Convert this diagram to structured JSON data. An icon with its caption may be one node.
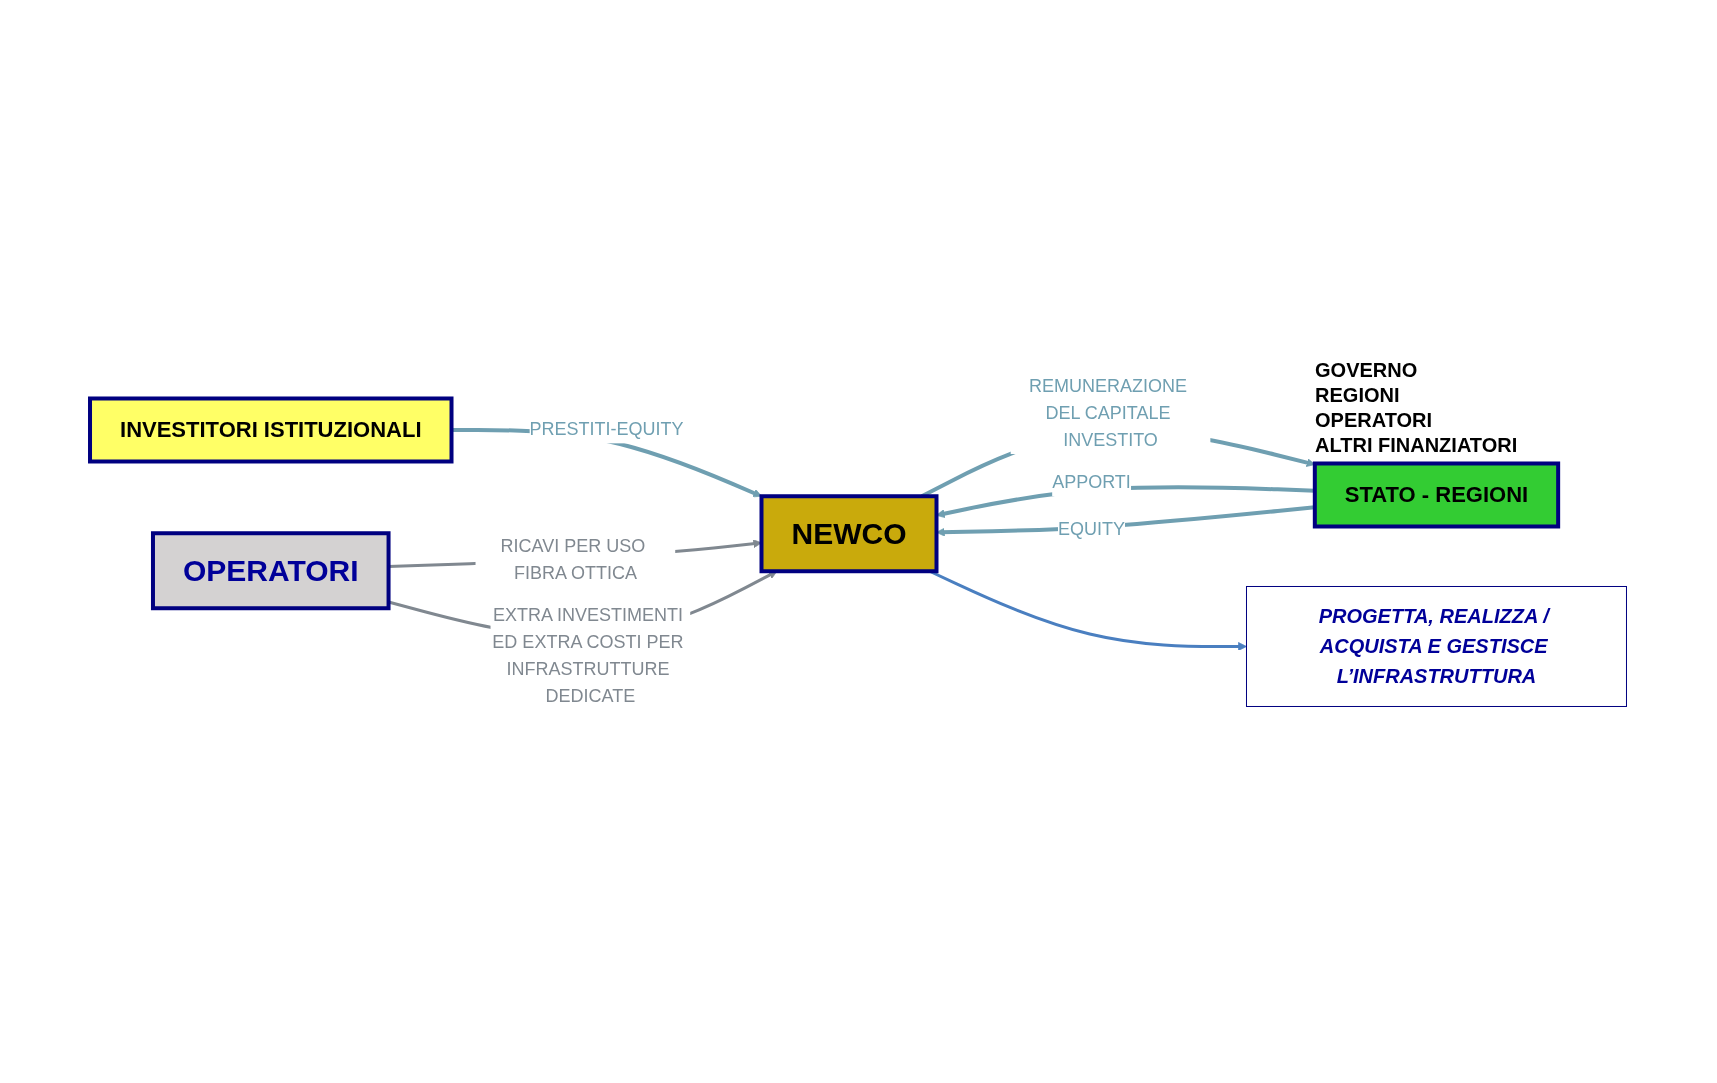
{
  "diagram": {
    "nodes": [
      {
        "text": [
          "INVESTITORI ISTITUZIONALI"
        ]
      },
      {
        "text": [
          "STATO - REGIONI"
        ],
        "beside": [
          "GOVERNO",
          "REGIONI",
          "OPERATORI",
          "ALTRI FINANZIATORI"
        ]
      },
      {
        "text": [
          "OPERATORI"
        ]
      },
      {
        "text": [
          "NEWCO"
        ]
      },
      {
        "text": [
          "PROGETTA, REALIZZA / ACQUISTA E GESTISCE L’INFRASTRUTTURA"
        ]
      }
    ],
    "edges": [
      {
        "from": 3,
        "to": 1,
        "arrow": "to",
        "label": "REMUNERAZIONE DEL CAPITALE INVESTITO"
      },
      {
        "from": 1,
        "to": 3,
        "arrow": "to",
        "label": "APPORTI"
      },
      {
        "from": 1,
        "to": 3,
        "arrow": "to",
        "label": "EQUITY"
      },
      {
        "from": 0,
        "to": 3,
        "arrow": "to",
        "label": "PRESTITI-EQUITY"
      },
      {
        "from": 2,
        "to": 3,
        "arrow": "to",
        "label": "RICAVI PER USO FIBRA OTTICA",
        "color": "#808890"
      },
      {
        "from": 2,
        "to": 3,
        "arrow": "to",
        "label": "EXTRA INVESTIMENTI ED EXTRA COSTI PER INFRASTRUTTURE DEDICATE",
        "color": "#808890"
      },
      {
        "from": 3,
        "to": 4,
        "arrow": "to",
        "color": "#4a7fc0"
      }
    ]
  }
}
